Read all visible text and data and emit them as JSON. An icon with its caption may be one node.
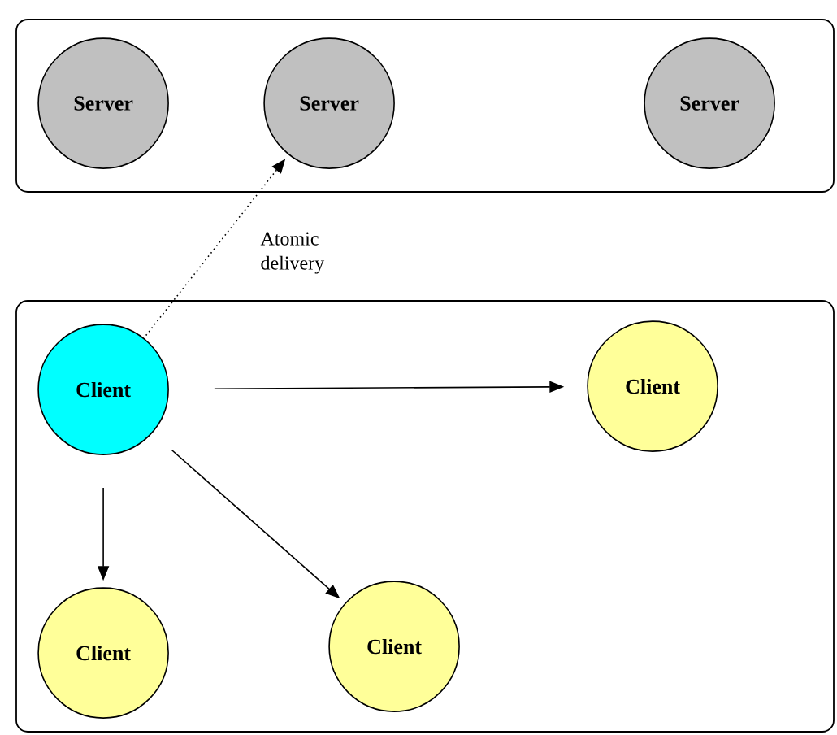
{
  "diagram": {
    "nodes": [
      {
        "text": [],
        "shape": "box"
      },
      {
        "text": [
          "Server"
        ],
        "in": 0
      },
      {
        "text": [
          "Server"
        ],
        "in": 0
      },
      {
        "text": [
          "Server"
        ],
        "in": 0
      },
      {
        "text": [],
        "shape": "box"
      },
      {
        "text": [
          "Client"
        ],
        "in": 4
      },
      {
        "text": [
          "Client"
        ],
        "in": 4
      },
      {
        "text": [
          "Client"
        ],
        "in": 4
      },
      {
        "text": [
          "Client"
        ],
        "in": 4
      }
    ],
    "edges": [
      {
        "from": 5,
        "to": 2,
        "arrow": "to",
        "label": "Atomic delivery",
        "style": "dashed"
      },
      {
        "from": 5,
        "to": 6,
        "arrow": "to"
      },
      {
        "from": 5,
        "to": 7,
        "arrow": "to"
      },
      {
        "from": 5,
        "to": 8,
        "arrow": "to"
      }
    ]
  }
}
